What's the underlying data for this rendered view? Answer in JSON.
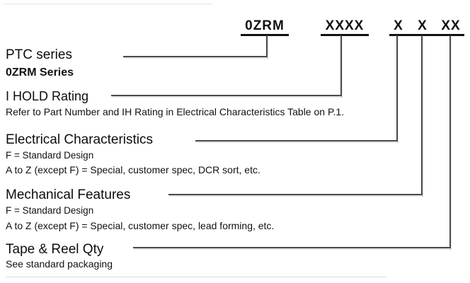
{
  "part_number": {
    "series_code": "0ZRM",
    "ihold_code": "XXXX",
    "electrical_code": "X",
    "mechanical_code": "X",
    "tape_reel_code": "XX"
  },
  "sections": [
    {
      "title": "PTC series",
      "line1": "0ZRM Series"
    },
    {
      "title": "I HOLD Rating",
      "line1": "Refer to Part Number and IH Rating in Electrical Characteristics Table on P.1."
    },
    {
      "title": "Electrical Characteristics",
      "line1": "F = Standard Design",
      "line2": "A to Z (except F) = Special, customer spec, DCR sort, etc."
    },
    {
      "title": "Mechanical Features",
      "line1": "F = Standard Design",
      "line2": "A to Z (except F) = Special, customer spec, lead forming, etc."
    },
    {
      "title": "Tape & Reel Qty",
      "line1": "See standard packaging"
    }
  ],
  "colors": {
    "background": "#ffffff",
    "text": "#111111",
    "underline": "#111111",
    "connector_line": "#4a4a4a"
  }
}
